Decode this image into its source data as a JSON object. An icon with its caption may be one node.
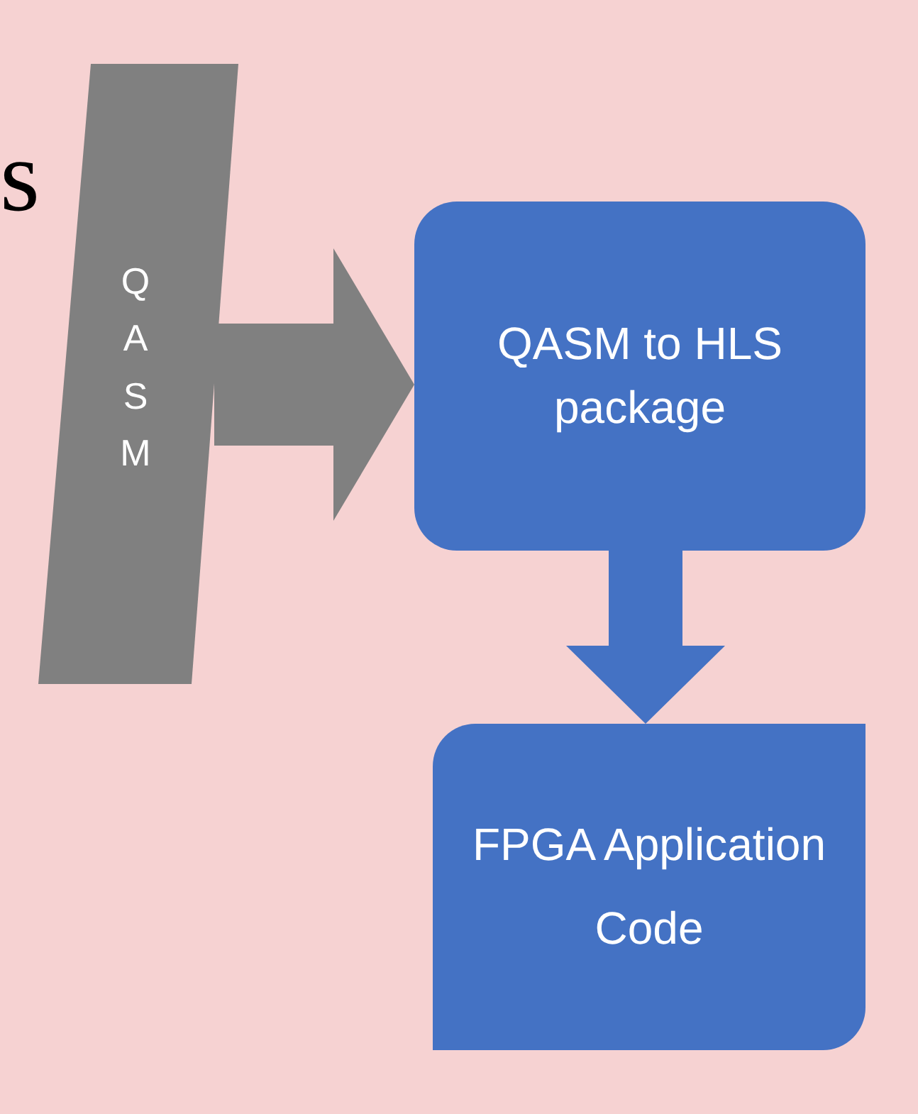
{
  "diagram": {
    "nodes": [
      {
        "text": [
          "QASM"
        ]
      },
      {
        "text": [
          "QASM to HLS package"
        ]
      },
      {
        "text": [
          "FPGA Application Code"
        ]
      }
    ],
    "edges": [
      {
        "from": 0,
        "to": 1,
        "arrow": "to",
        "color": "#808080"
      },
      {
        "from": 1,
        "to": 2,
        "arrow": "to"
      }
    ],
    "labels": [
      "s"
    ]
  }
}
